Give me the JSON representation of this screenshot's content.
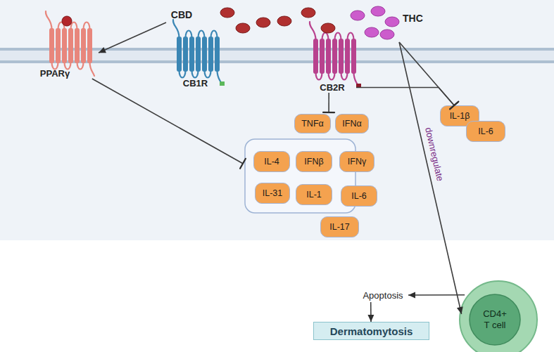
{
  "diagram": {
    "nodes": [
      {
        "text": [
          "CBD"
        ]
      },
      {
        "text": [
          "THC"
        ]
      },
      {
        "text": [
          "PPARγ"
        ]
      },
      {
        "text": [
          "CB1R"
        ]
      },
      {
        "text": [
          "CB2R"
        ]
      },
      {
        "text": []
      },
      {
        "text": [
          "TNFα"
        ],
        "in": 5
      },
      {
        "text": [
          "IFNα"
        ],
        "in": 5
      },
      {
        "text": [
          "IL-4"
        ],
        "in": 5
      },
      {
        "text": [
          "IFNβ"
        ],
        "in": 5
      },
      {
        "text": [
          "IFNγ"
        ],
        "in": 5
      },
      {
        "text": [
          "IL-31"
        ],
        "in": 5
      },
      {
        "text": [
          "IL-1"
        ],
        "in": 5
      },
      {
        "text": [
          "IL-6"
        ],
        "in": 5
      },
      {
        "text": [
          "IL-17"
        ],
        "in": 5
      },
      {
        "text": [
          "IL-1β"
        ]
      },
      {
        "text": [
          "IL-6"
        ]
      },
      {
        "text": [
          "Apoptosis"
        ]
      },
      {
        "text": [
          "Dermatomytosis"
        ]
      },
      {
        "text": [
          "CD4+ T cell"
        ]
      }
    ],
    "edges": [
      {
        "from": 0,
        "to": 2,
        "arrow": "to"
      },
      {
        "from": 2,
        "to": 5,
        "arrow": "to"
      },
      {
        "from": 4,
        "to": 5,
        "arrow": "to"
      },
      {
        "from": 1,
        "to": 15,
        "arrow": "to"
      },
      {
        "from": 4,
        "to": 15,
        "arrow": "to"
      },
      {
        "from": 1,
        "to": 19,
        "label": "downregulate",
        "arrow": "to"
      },
      {
        "from": 19,
        "to": 17,
        "arrow": "to"
      },
      {
        "from": 17,
        "to": 18,
        "arrow": "to"
      }
    ]
  }
}
